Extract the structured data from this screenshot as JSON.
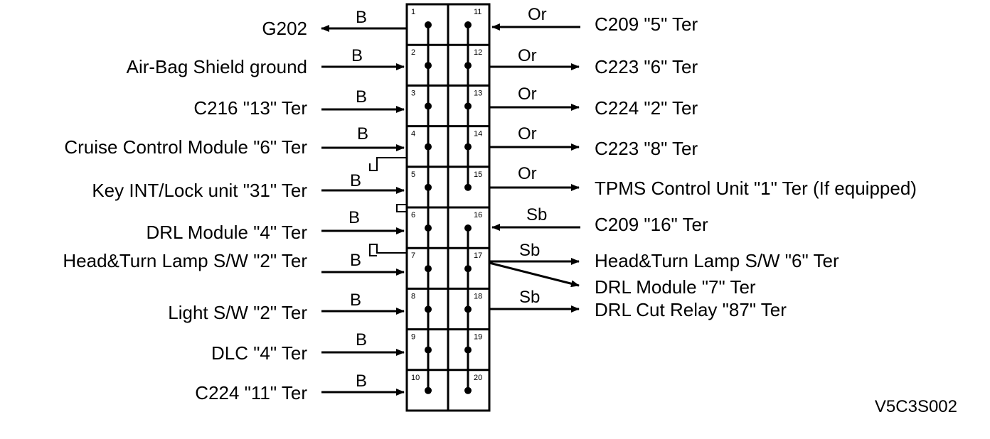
{
  "connector": {
    "left_pins": [
      "1",
      "2",
      "3",
      "4",
      "5",
      "6",
      "7",
      "8",
      "9",
      "10"
    ],
    "right_pins": [
      "11",
      "12",
      "13",
      "14",
      "15",
      "16",
      "17",
      "18",
      "19",
      "20"
    ]
  },
  "left_labels": [
    "G202",
    "Air-Bag Shield ground",
    "C216 \"13\" Ter",
    "Cruise Control Module \"6\" Ter",
    "Key INT/Lock unit \"31\" Ter",
    "DRL Module \"4\" Ter",
    "Head&Turn Lamp S/W \"2\" Ter",
    "Light S/W \"2\" Ter",
    "DLC \"4\" Ter",
    "C224 \"11\" Ter"
  ],
  "left_wire_colors": [
    "B",
    "B",
    "B",
    "B",
    "B",
    "B",
    "B",
    "B",
    "B",
    "B"
  ],
  "right_labels": [
    "C209 \"5\" Ter",
    "C223 \"6\" Ter",
    "C224 \"2\" Ter",
    "C223 \"8\" Ter",
    "TPMS Control Unit \"1\" Ter (If equipped)",
    "C209 \"16\" Ter",
    "Head&Turn Lamp S/W \"6\" Ter",
    "DRL Module \"7\" Ter",
    "DRL Cut Relay \"87\" Ter"
  ],
  "right_wire_colors": [
    "Or",
    "Or",
    "Or",
    "Or",
    "Or",
    "Sb",
    "Sb",
    "Sb"
  ],
  "figure_code": "V5C3S002"
}
